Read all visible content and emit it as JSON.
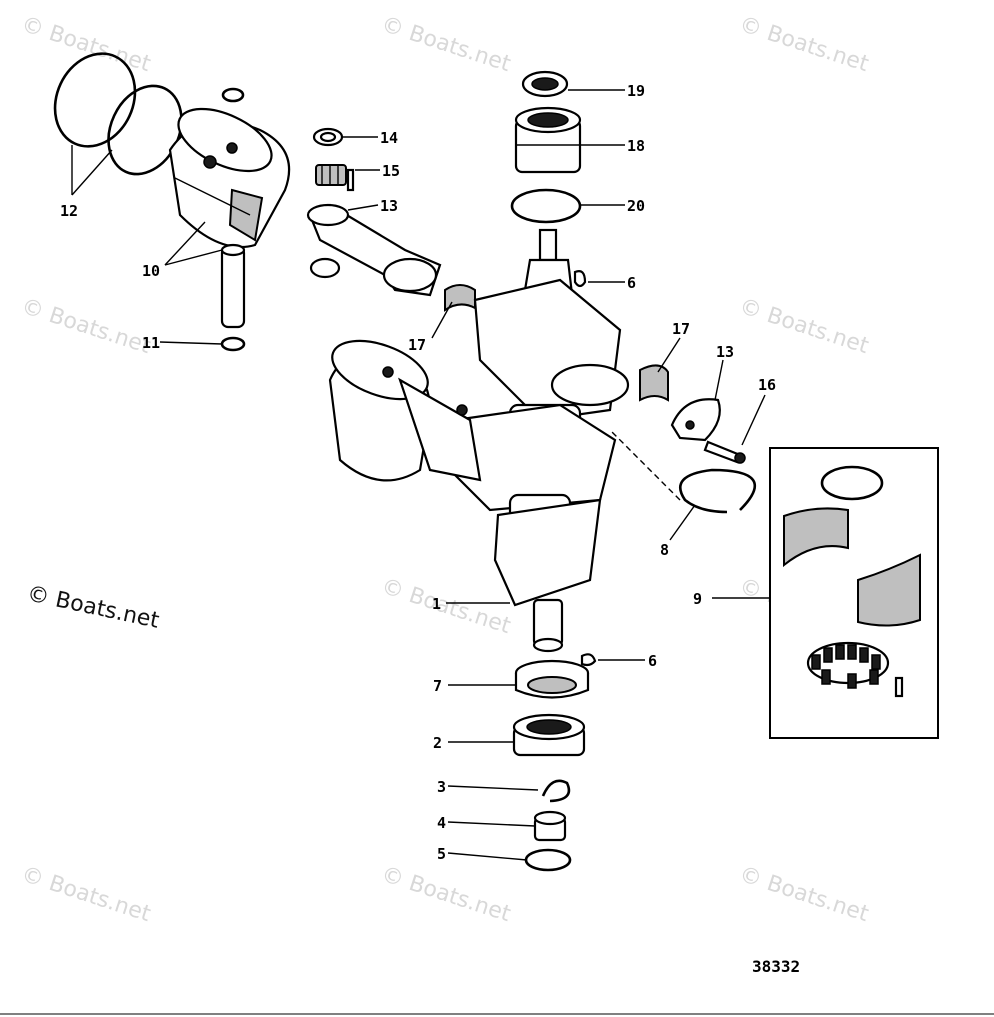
{
  "watermarks": {
    "tile_text": "© Boats.net",
    "main_text": "© Boats.net"
  },
  "callouts": [
    {
      "id": "c19",
      "label": "19"
    },
    {
      "id": "c14",
      "label": "14"
    },
    {
      "id": "c18",
      "label": "18"
    },
    {
      "id": "c15",
      "label": "15"
    },
    {
      "id": "c13a",
      "label": "13"
    },
    {
      "id": "c20",
      "label": "20"
    },
    {
      "id": "c12",
      "label": "12"
    },
    {
      "id": "c10",
      "label": "10"
    },
    {
      "id": "c6a",
      "label": "6"
    },
    {
      "id": "c11",
      "label": "11"
    },
    {
      "id": "c17a",
      "label": "17"
    },
    {
      "id": "c17b",
      "label": "17"
    },
    {
      "id": "c13b",
      "label": "13"
    },
    {
      "id": "c16",
      "label": "16"
    },
    {
      "id": "c8",
      "label": "8"
    },
    {
      "id": "c9",
      "label": "9"
    },
    {
      "id": "c1",
      "label": "1"
    },
    {
      "id": "c6b",
      "label": "6"
    },
    {
      "id": "c7",
      "label": "7"
    },
    {
      "id": "c2",
      "label": "2"
    },
    {
      "id": "c3",
      "label": "3"
    },
    {
      "id": "c4",
      "label": "4"
    },
    {
      "id": "c5",
      "label": "5"
    }
  ],
  "diagram_number": "38332"
}
